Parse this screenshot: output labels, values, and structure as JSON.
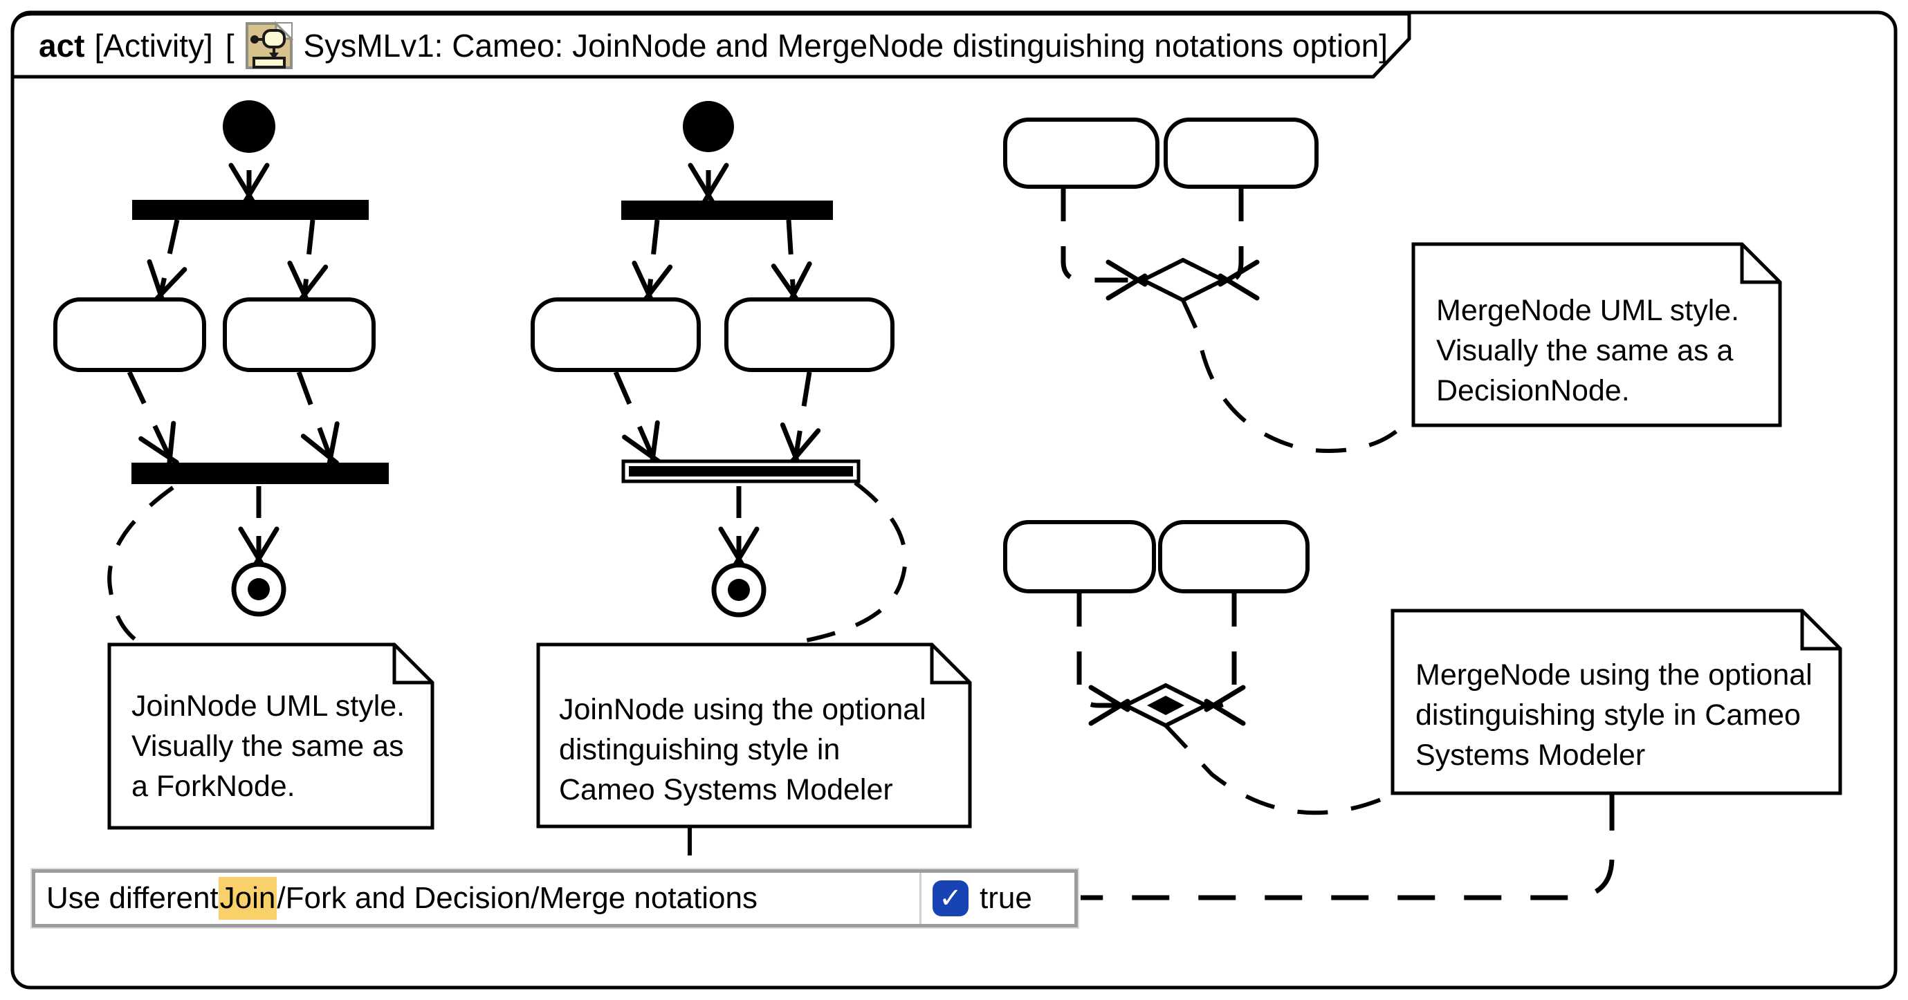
{
  "frame": {
    "keyword": "act",
    "diagram_kind": "[Activity]",
    "open_bracket": "[",
    "diagram_name": "SysMLv1: Cameo: JoinNode and MergeNode distinguishing notations option]",
    "title_icon": "activity-diagram-icon"
  },
  "notes": {
    "join_uml": {
      "lines": [
        "JoinNode UML style.",
        "Visually the same as",
        "a ForkNode."
      ]
    },
    "join_distinguished": {
      "lines": [
        "JoinNode using the optional",
        "distinguishing style in",
        "Cameo Systems Modeler"
      ]
    },
    "merge_uml": {
      "lines": [
        "MergeNode UML style.",
        "Visually the same as a",
        "DecisionNode."
      ]
    },
    "merge_distinguished": {
      "lines": [
        "MergeNode using the optional",
        "distinguishing style in Cameo",
        "Systems Modeler"
      ]
    }
  },
  "legend": {
    "label_before_highlight": "Use different ",
    "label_highlight": "Join",
    "label_after_highlight": "/Fork and Decision/Merge notations",
    "checked": true,
    "value": "true"
  },
  "icons": {
    "checkbox_check": "✓"
  },
  "colors": {
    "stroke": "#000000",
    "note_fill": "#ffffff",
    "highlight_yellow": "#f9d069",
    "checkbox_blue": "#1843b5",
    "legend_border_gray": "#9c9c9c",
    "title_icon_tan": "#d8c28c"
  }
}
